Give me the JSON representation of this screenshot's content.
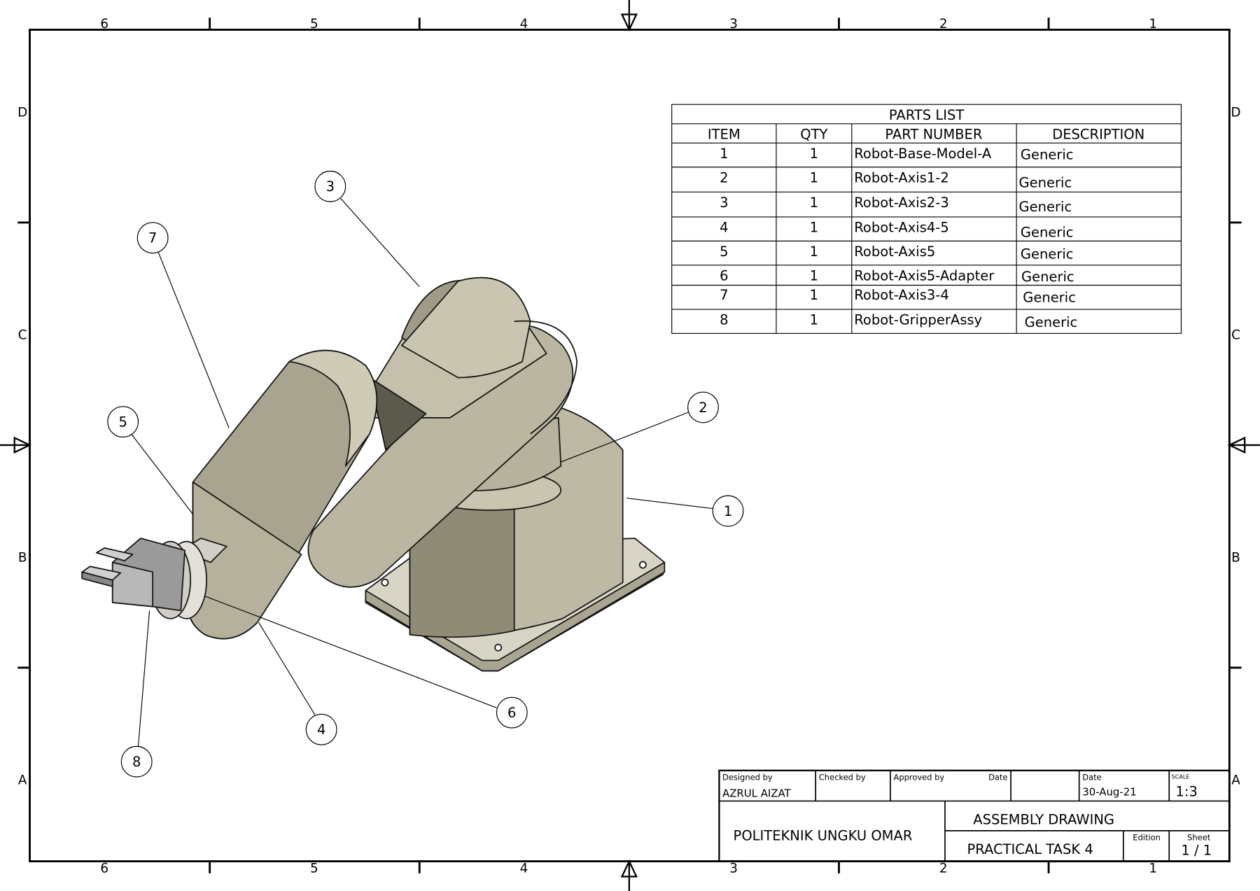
{
  "sheet": {
    "zones_horizontal": [
      "6",
      "5",
      "4",
      "3",
      "2",
      "1"
    ],
    "zones_vertical": [
      "D",
      "C",
      "B",
      "A"
    ]
  },
  "parts_list": {
    "title": "PARTS LIST",
    "headers": [
      "ITEM",
      "QTY",
      "PART NUMBER",
      "DESCRIPTION"
    ],
    "rows": [
      {
        "item": "1",
        "qty": "1",
        "part": "Robot-Base-Model-A",
        "desc": "Generic"
      },
      {
        "item": "2",
        "qty": "1",
        "part": "Robot-Axis1-2",
        "desc": "Generic"
      },
      {
        "item": "3",
        "qty": "1",
        "part": "Robot-Axis2-3",
        "desc": "Generic"
      },
      {
        "item": "4",
        "qty": "1",
        "part": "Robot-Axis4-5",
        "desc": "Generic"
      },
      {
        "item": "5",
        "qty": "1",
        "part": "Robot-Axis5",
        "desc": "Generic"
      },
      {
        "item": "6",
        "qty": "1",
        "part": "Robot-Axis5-Adapter",
        "desc": "Generic"
      },
      {
        "item": "7",
        "qty": "1",
        "part": "Robot-Axis3-4",
        "desc": "Generic"
      },
      {
        "item": "8",
        "qty": "1",
        "part": "Robot-GripperAssy",
        "desc": "Generic"
      }
    ]
  },
  "balloons": [
    "1",
    "2",
    "3",
    "4",
    "5",
    "6",
    "7",
    "8"
  ],
  "title_block": {
    "designed_by_label": "Designed by",
    "designed_by": "AZRUL AIZAT",
    "checked_by_label": "Checked by",
    "approved_by_label": "Approved by",
    "date_label_1": "Date",
    "date_label_2": "Date",
    "date": "30-Aug-21",
    "scale_label": "SCALE",
    "scale": "1:3",
    "organization": "POLITEKNIK UNGKU OMAR",
    "title": "ASSEMBLY DRAWING",
    "subtitle": "PRACTICAL TASK 4",
    "edition_label": "Edition",
    "sheet_label": "Sheet",
    "sheet": "1 / 1"
  }
}
